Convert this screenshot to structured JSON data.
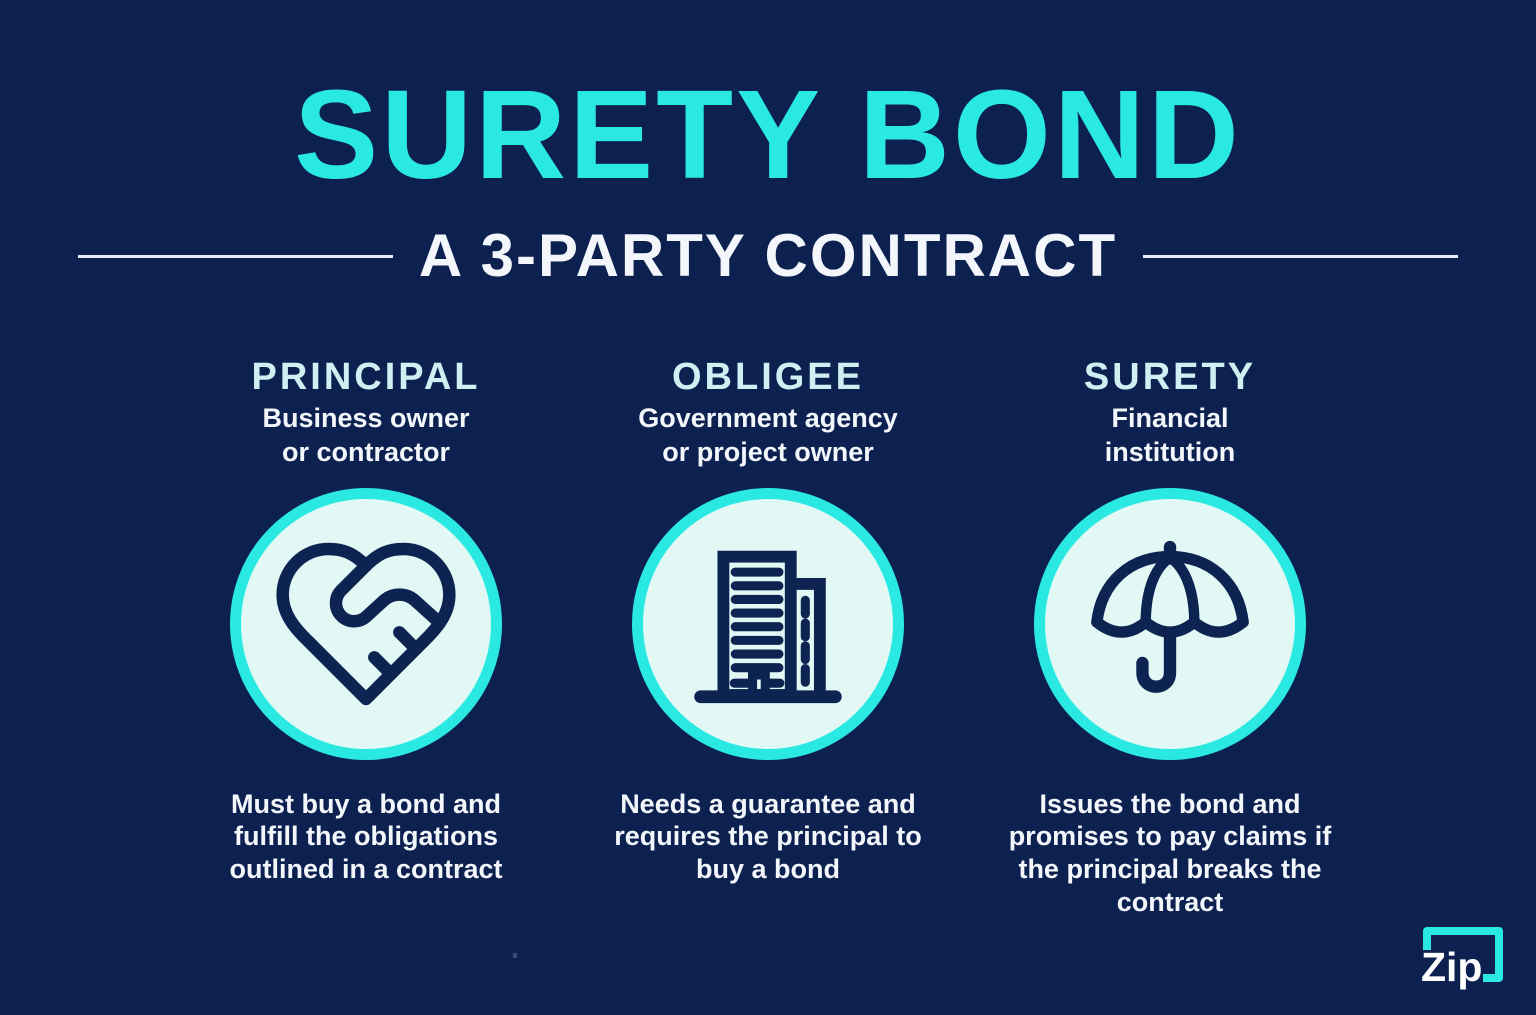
{
  "header": {
    "title": "SURETY BOND",
    "subtitle": "A 3-PARTY CONTRACT"
  },
  "columns": [
    {
      "name": "PRINCIPAL",
      "subtitle": "Business owner\nor contractor",
      "icon": "heart-handshake-icon",
      "description": "Must buy a bond and\nfulfill the obligations\noutlined in a contract"
    },
    {
      "name": "OBLIGEE",
      "subtitle": "Government agency\nor project owner",
      "icon": "office-building-icon",
      "description": "Needs a guarantee and\nrequires the principal to\nbuy a bond"
    },
    {
      "name": "SURETY",
      "subtitle": "Financial\ninstitution",
      "icon": "umbrella-icon",
      "description": "Issues the bond and\npromises to pay claims if\nthe principal breaks the\ncontract"
    }
  ],
  "logo": {
    "text": "Zip"
  },
  "colors": {
    "background": "#0D2150",
    "accent_cyan": "#29E9E2",
    "header_pale": "#CFEFF2",
    "circle_fill": "#E1F8F4",
    "icon_navy": "#0D2452",
    "text_white": "#F3F7FB",
    "divider": "#E9EEF6"
  }
}
